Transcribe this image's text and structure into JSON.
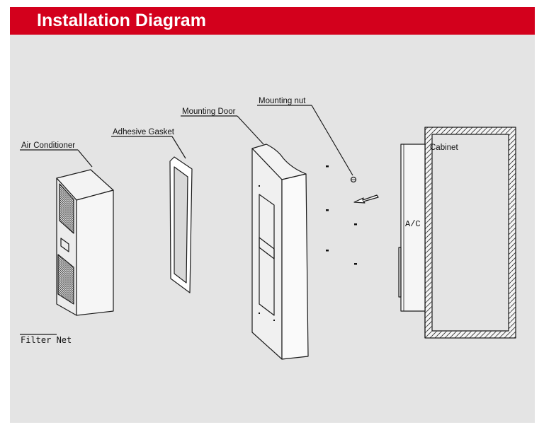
{
  "header": {
    "title": "Installation Diagram",
    "bg_color": "#d3001c",
    "text_color": "#ffffff"
  },
  "canvas": {
    "bg_color": "#e4e4e4",
    "line_color": "#1a1a1a"
  },
  "labels": {
    "air_conditioner": "Air Conditioner",
    "adhesive_gasket": "Adhesive Gasket",
    "mounting_door": "Mounting Door",
    "mounting_nut": "Mounting nut",
    "cabinet": "Cabinet",
    "ac_unit": "A/C",
    "filter_net": "Filter Net"
  }
}
